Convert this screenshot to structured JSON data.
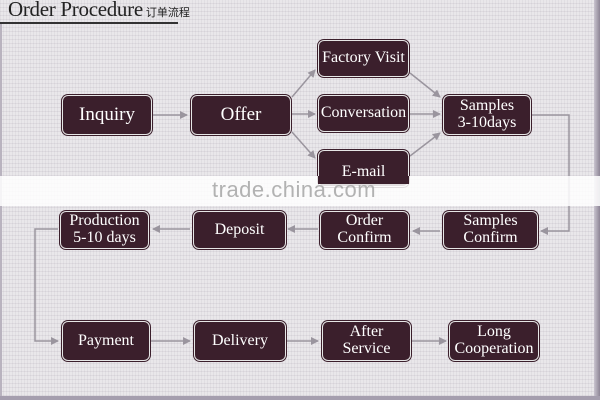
{
  "header": {
    "title": "Order Procedure",
    "title_cn": "订单流程"
  },
  "watermark": "trade.china.com",
  "steps": {
    "inquiry": "Inquiry",
    "offer": "Offer",
    "factory_visit": "Factory Visit",
    "conversation": "Conversation",
    "email": "E-mail",
    "samples_line1": "Samples",
    "samples_line2": "3-10days",
    "samples_confirm_line1": "Samples",
    "samples_confirm_line2": "Confirm",
    "order_confirm_line1": "Order",
    "order_confirm_line2": "Confirm",
    "deposit": "Deposit",
    "production_line1": "Production",
    "production_line2": "5-10 days",
    "payment": "Payment",
    "delivery": "Delivery",
    "after_service_line1": "After",
    "after_service_line2": "Service",
    "long_coop_line1": "Long",
    "long_coop_line2": "Cooperation"
  },
  "colors": {
    "box_fill": "#3b1f2c",
    "box_text": "#ffffff",
    "arrow": "#9a959e",
    "background": "#e9e7ea"
  }
}
